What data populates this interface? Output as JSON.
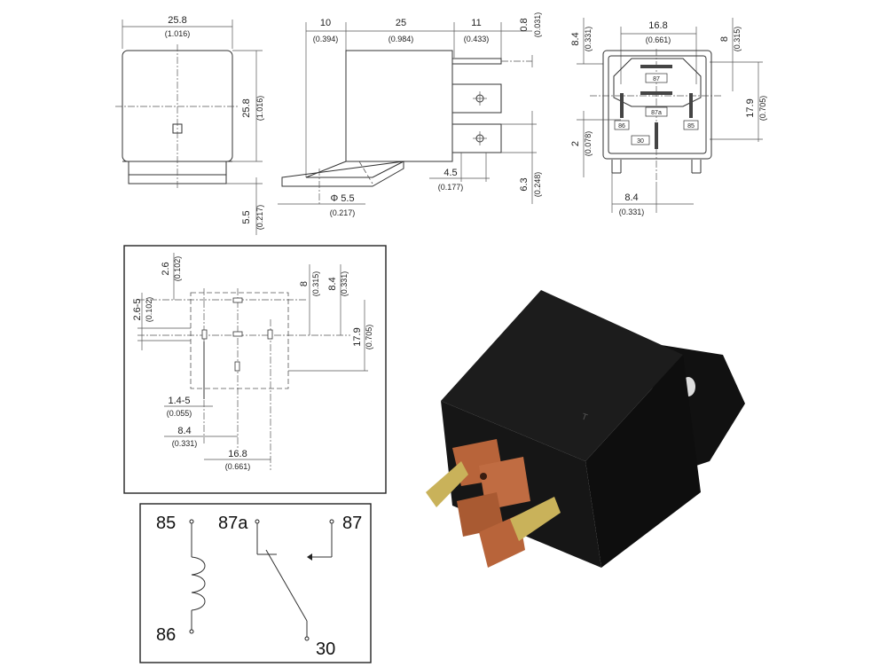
{
  "colors": {
    "line": "#333333",
    "relay_body": "#141414",
    "copper": "#b8643a",
    "brass": "#c9b25a"
  },
  "front_view": {
    "width": "25.8",
    "width_in": "(1.016)",
    "height": "25.8",
    "height_in": "(1.016)",
    "base": "5.5",
    "base_in": "(0.217)"
  },
  "side_view": {
    "d1": "10",
    "d1_in": "(0.394)",
    "d2": "25",
    "d2_in": "(0.984)",
    "d3": "11",
    "d3_in": "(0.433)",
    "d4": "0.8",
    "d4_in": "(0.031)",
    "d5": "4.5",
    "d5_in": "(0.177)",
    "d6": "6.3",
    "d6_in": "(0.248)",
    "hole": "Φ 5.5",
    "hole_in": "(0.217)"
  },
  "bottom_view": {
    "w": "16.8",
    "w_in": "(0.661)",
    "top": "8.4",
    "top_in": "(0.331)",
    "r1": "8",
    "r1_in": "(0.315)",
    "r2": "17.9",
    "r2_in": "(0.705)",
    "left": "2",
    "left_in": "(0.078)",
    "bottom": "8.4",
    "bottom_in": "(0.331)",
    "pins": {
      "p87": "87",
      "p87a": "87a",
      "p86": "86",
      "p85": "85",
      "p30": "30"
    }
  },
  "pcb_layout": {
    "a": "2.6",
    "a_in": "(0.102)",
    "b": "2.6-5",
    "b_in": "(0.102)",
    "c": "8",
    "c_in": "(0.315)",
    "d": "8.4",
    "d_in": "(0.331)",
    "e": "17.9",
    "e_in": "(0.705)",
    "f": "1.4-5",
    "f_in": "(0.055)",
    "g": "8.4",
    "g_in": "(0.331)",
    "h": "16.8",
    "h_in": "(0.661)"
  },
  "schematic": {
    "t85": "85",
    "t86": "86",
    "t87a": "87a",
    "t87": "87",
    "t30": "30"
  }
}
